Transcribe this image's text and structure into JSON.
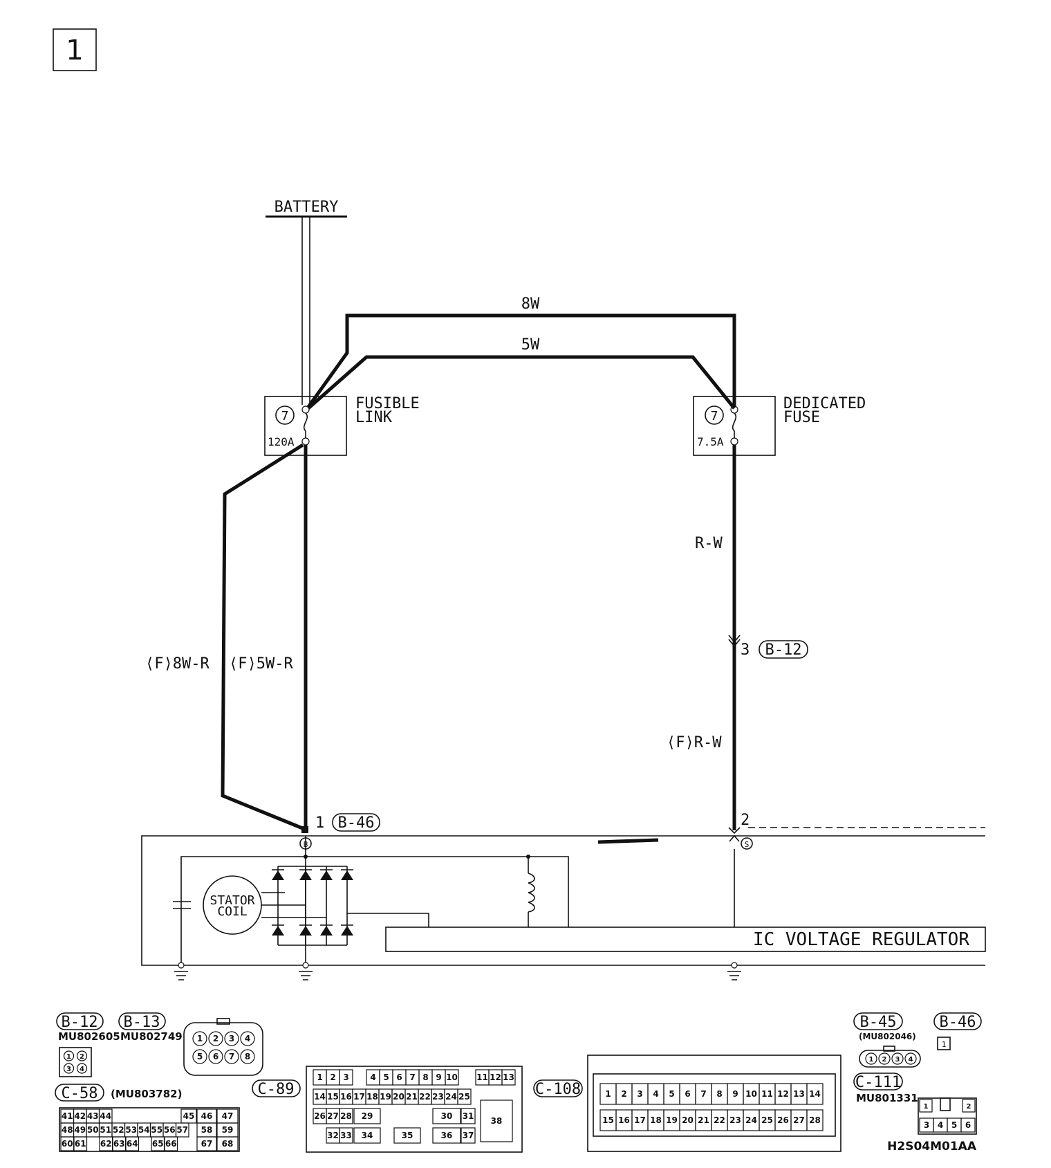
{
  "page": {
    "number": "1",
    "figure_id": "H2S04M01AA"
  },
  "components": {
    "battery": "BATTERY",
    "fusible_link": {
      "label_line1": "FUSIBLE",
      "label_line2": "LINK",
      "number": "7",
      "rating": "120A"
    },
    "dedicated_fuse": {
      "label_line1": "DEDICATED",
      "label_line2": "FUSE",
      "number": "7",
      "rating": "7.5A"
    },
    "stator_coil": {
      "line1": "STATOR",
      "line2": "COIL"
    },
    "regulator": "IC VOLTAGE REGULATOR",
    "terminal_b": "B",
    "terminal_s": "S"
  },
  "wires": {
    "top_8w": "8W",
    "top_5w": "5W",
    "left_8wr": "⟨F⟩8W-R",
    "left_5wr": "⟨F⟩5W-R",
    "right_rw": "R-W",
    "right_frw": "⟨F⟩R-W"
  },
  "pins": {
    "b12_pin": "3",
    "b12_conn": "B-12",
    "b46_pin": "1",
    "b46_conn": "B-46",
    "gen_pin": "2"
  },
  "connectors": {
    "b12": {
      "id": "B-12",
      "part": "MU802605"
    },
    "b13": {
      "id": "B-13",
      "part": "MU802749"
    },
    "c58": {
      "id": "C-58",
      "part": "(MU803782)"
    },
    "c89": {
      "id": "C-89"
    },
    "c108": {
      "id": "C-108"
    },
    "b45": {
      "id": "B-45",
      "part": "(MU802046)"
    },
    "b46": {
      "id": "B-46",
      "pin": "1"
    },
    "c111": {
      "id": "C-111",
      "part": "MU801331"
    }
  },
  "connector_pins": {
    "b12": [
      "1",
      "2",
      "3",
      "4"
    ],
    "b13": [
      "1",
      "2",
      "3",
      "4",
      "5",
      "6",
      "7",
      "8"
    ],
    "b45": [
      "1",
      "2",
      "3",
      "4"
    ],
    "c111": [
      "1",
      "2",
      "3",
      "4",
      "5",
      "6"
    ],
    "c58": [
      "41",
      "42",
      "43",
      "44",
      "45",
      "46",
      "47",
      "48",
      "49",
      "50",
      "51",
      "52",
      "53",
      "54",
      "55",
      "56",
      "57",
      "58",
      "59",
      "60",
      "61",
      "62",
      "63",
      "64",
      "65",
      "66",
      "67",
      "68"
    ],
    "c89": [
      "1",
      "2",
      "3",
      "4",
      "5",
      "6",
      "7",
      "8",
      "9",
      "10",
      "11",
      "12",
      "13",
      "14",
      "15",
      "16",
      "17",
      "18",
      "19",
      "20",
      "21",
      "22",
      "23",
      "24",
      "25",
      "26",
      "27",
      "28",
      "29",
      "30",
      "31",
      "32",
      "33",
      "34",
      "35",
      "36",
      "37",
      "38"
    ],
    "c108": [
      "1",
      "2",
      "3",
      "4",
      "5",
      "6",
      "7",
      "8",
      "9",
      "10",
      "11",
      "12",
      "13",
      "14",
      "15",
      "16",
      "17",
      "18",
      "19",
      "20",
      "21",
      "22",
      "23",
      "24",
      "25",
      "26",
      "27",
      "28"
    ]
  }
}
